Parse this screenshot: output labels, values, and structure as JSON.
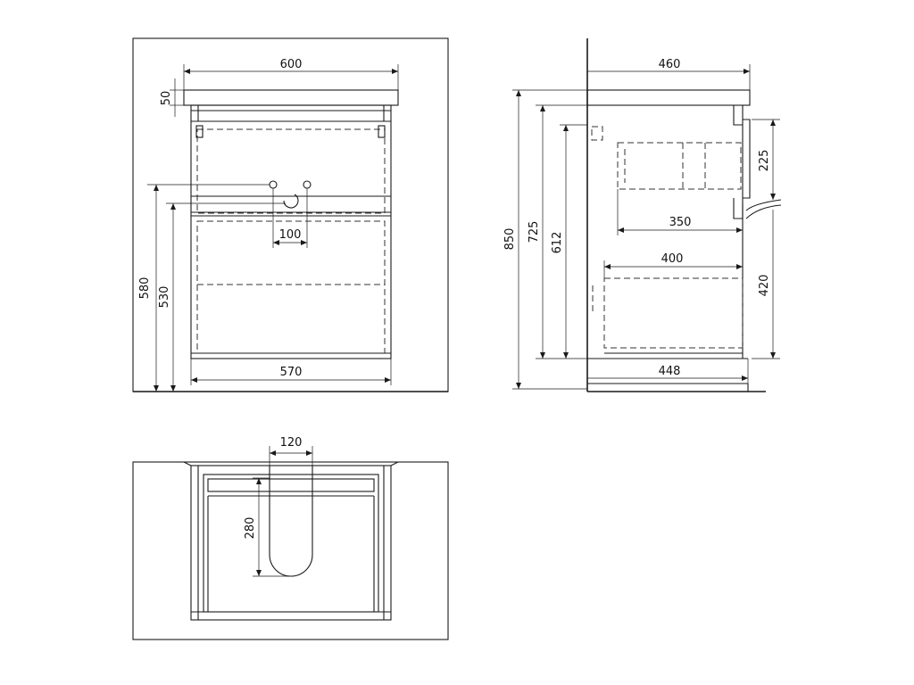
{
  "front_view": {
    "top_width": "600",
    "top_thickness": "50",
    "drain_spacing": "100",
    "height_to_upper_pipe": "580",
    "height_to_lower_pipe": "530",
    "bottom_width": "570"
  },
  "side_view": {
    "top_depth": "460",
    "total_height": "850",
    "body_height": "725",
    "inner_height": "612",
    "upper_offset": "225",
    "drawer_depth_upper": "350",
    "drawer_depth_lower": "400",
    "lower_height": "420",
    "bottom_depth": "448"
  },
  "plan_view": {
    "cutout_width": "120",
    "cutout_depth": "280"
  }
}
